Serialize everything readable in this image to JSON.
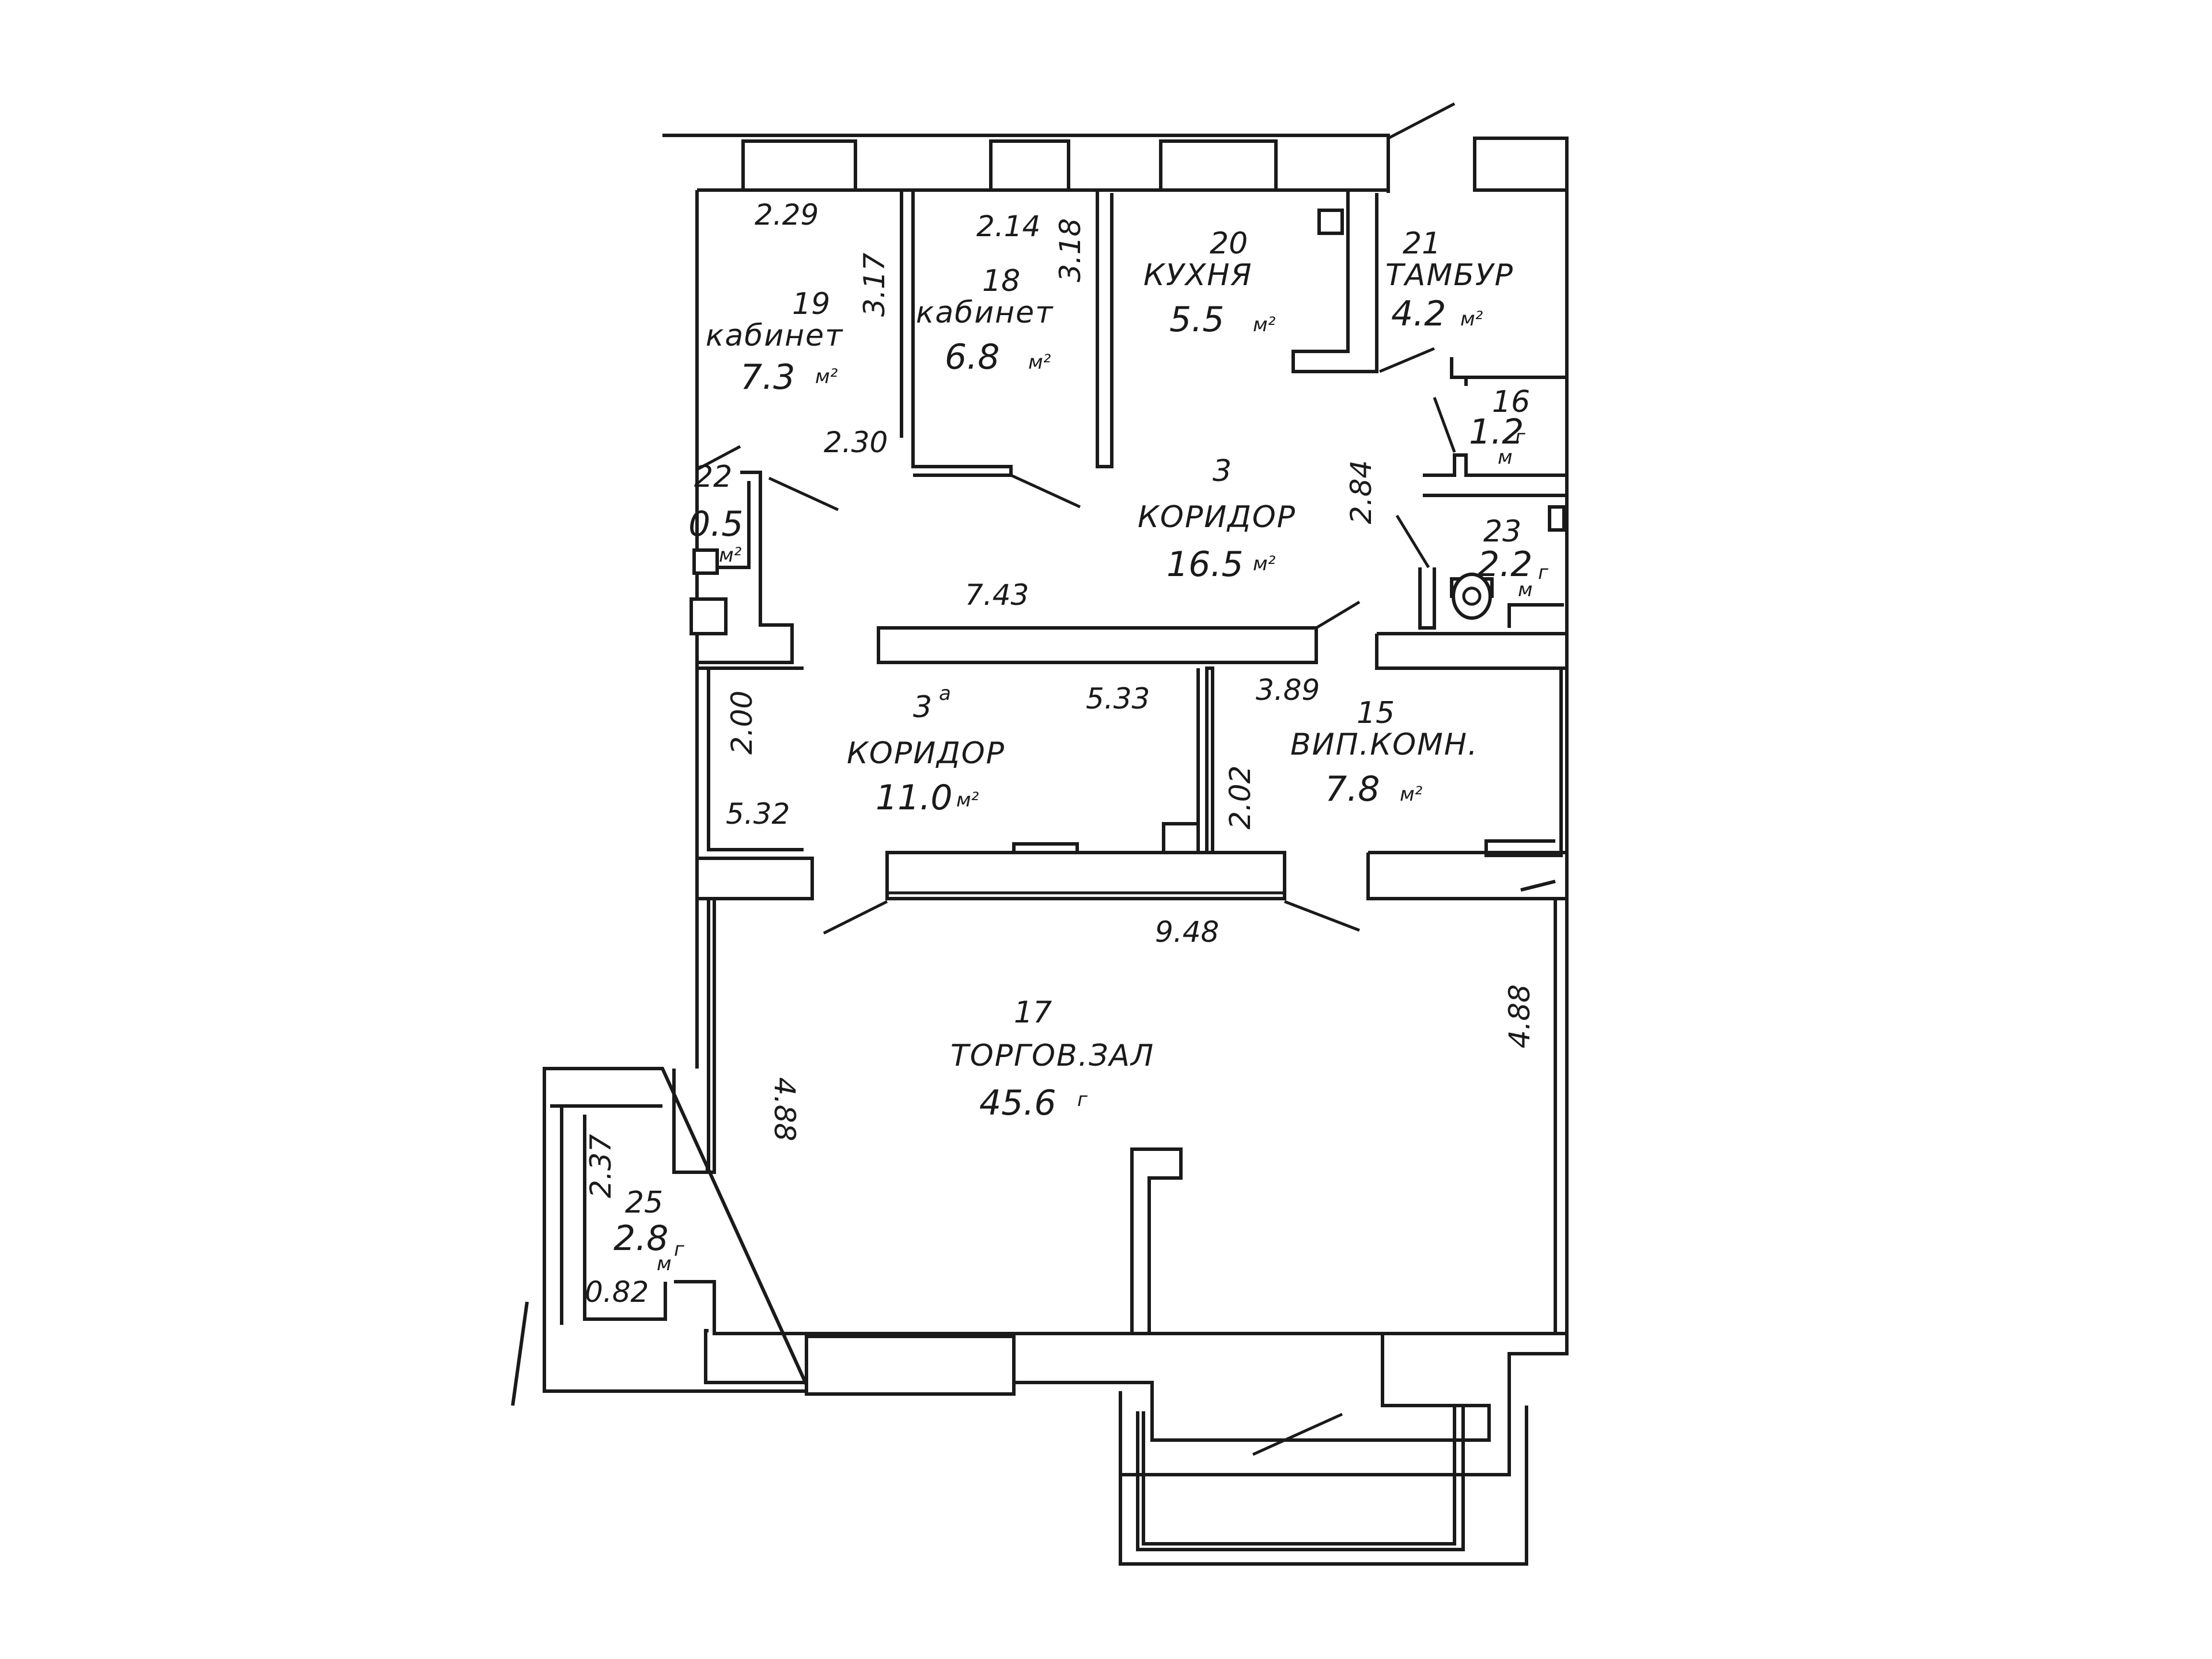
{
  "rooms": {
    "r19": {
      "number": "19",
      "name": "кабинет",
      "area": "7.3",
      "unit": "м²"
    },
    "r18": {
      "number": "18",
      "name": "кабинет",
      "area": "6.8",
      "unit": "м²"
    },
    "r20": {
      "number": "20",
      "name": "КУХНЯ",
      "area": "5.5",
      "unit": "м²"
    },
    "r21": {
      "number": "21",
      "name": "ТАМБУР",
      "area": "4.2",
      "unit": "м²"
    },
    "r16": {
      "number": "16",
      "area": "1.2",
      "unit_sup": "г",
      "unit_sub": "м"
    },
    "r22": {
      "number": "22",
      "area": "0.5",
      "unit": "м²"
    },
    "r3": {
      "number": "3",
      "name": "КОРИДОР",
      "area": "16.5",
      "unit": "м²"
    },
    "r23": {
      "number": "23",
      "area": "2.2",
      "unit_sup": "г",
      "unit_sub": "м"
    },
    "r3a": {
      "number": "3",
      "number_sup": "а",
      "name": "КОРИДОР",
      "area": "11.0",
      "unit": "м²"
    },
    "r15": {
      "number": "15",
      "name": "ВИП.КОМН.",
      "area": "7.8",
      "unit": "м²"
    },
    "r17": {
      "number": "17",
      "name": "ТОРГОВ.ЗАЛ",
      "area": "45.6",
      "unit": "г"
    },
    "r25": {
      "number": "25",
      "area": "2.8",
      "unit_sup": "г",
      "unit_sub": "м"
    }
  },
  "dimensions": {
    "d229": "2.29",
    "d317": "3.17",
    "d214": "2.14",
    "d318": "3.18",
    "d230": "2.30",
    "d284": "2.84",
    "d743": "7.43",
    "d533": "5.33",
    "d389": "3.89",
    "d200": "2.00",
    "d532": "5.32",
    "d202": "2.02",
    "d948": "9.48",
    "d488l": "4.88",
    "d488r": "4.88",
    "d237": "2.37",
    "d082": "0.82"
  }
}
